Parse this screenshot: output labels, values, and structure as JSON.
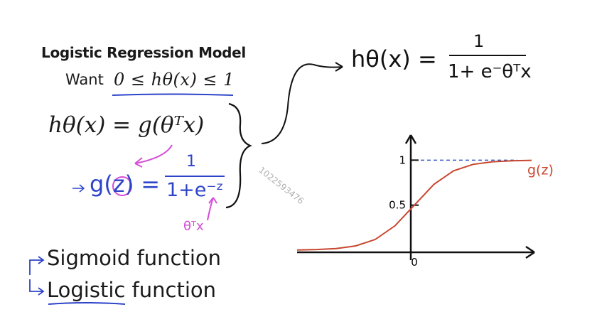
{
  "slide": {
    "title": "Logistic Regression Model",
    "want_label": "Want",
    "want_math": "0 ≤ hθ(x) ≤ 1",
    "hypothesis": "hθ(x) = g(θᵀx)",
    "sigmoid_def_lhs": "g(z) =",
    "sigmoid_def_num": "1",
    "sigmoid_def_den": "1+e⁻ᶻ",
    "z_annotation": "θᵀx",
    "full_lhs": "hθ(x) =",
    "full_num": "1",
    "full_den": "1+ e⁻θᵀx",
    "names": [
      "Sigmoid function",
      "Logistic function"
    ],
    "watermark": "1022593476"
  },
  "chart_data": {
    "type": "line",
    "series": [
      {
        "name": "g(z)",
        "x": [
          -6,
          -5,
          -4,
          -3,
          -2,
          -1,
          0,
          1,
          2,
          3,
          4,
          5,
          6
        ],
        "y": [
          0.002,
          0.007,
          0.018,
          0.047,
          0.119,
          0.269,
          0.5,
          0.731,
          0.881,
          0.953,
          0.982,
          0.993,
          0.998
        ]
      }
    ],
    "y_ticks": [
      "1",
      "0.5"
    ],
    "x_ticks": [
      "0"
    ],
    "ylim": [
      0,
      1.2
    ],
    "xlim": [
      -6,
      6
    ],
    "colors": {
      "curve": "#c8462f",
      "axes": "#111111",
      "asymptote": "#3a5bbf",
      "blue_ink": "#2d44c9",
      "magenta_ink": "#d54fd6"
    }
  }
}
